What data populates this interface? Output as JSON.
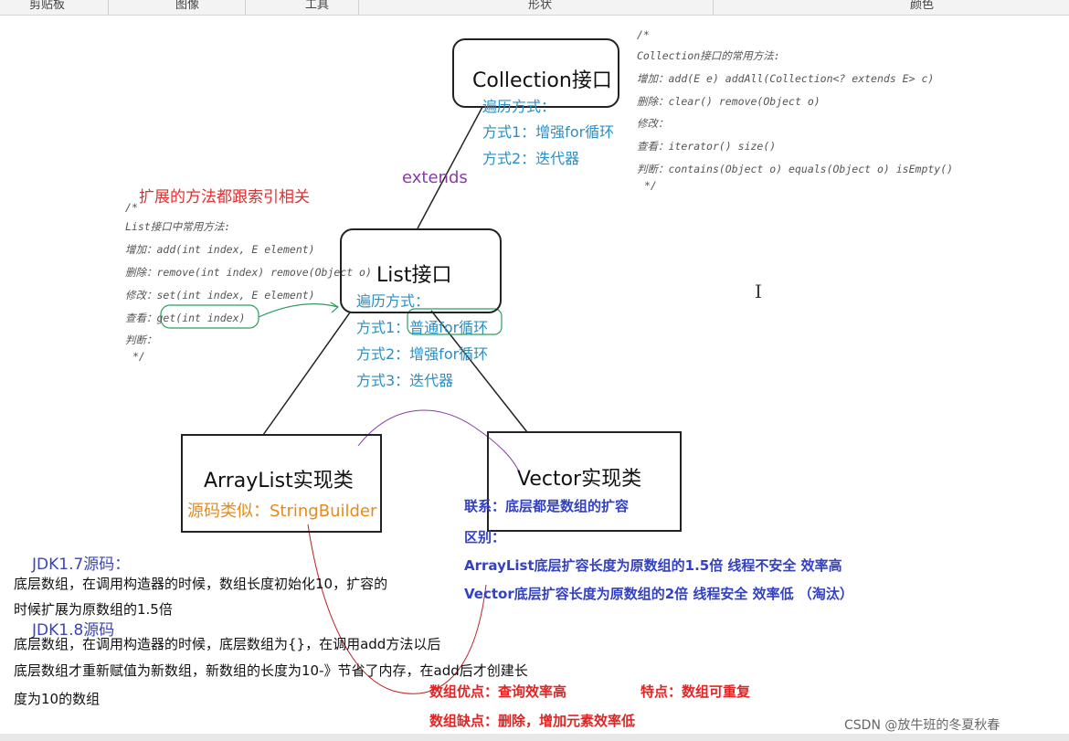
{
  "ribbon": {
    "sections": [
      "剪贴板",
      "图像",
      "工具",
      "形状",
      "颜色"
    ]
  },
  "collection": {
    "title": "Collection接口",
    "traverse": "遍历方式：",
    "way1": "方式1：增强for循环",
    "way2": "方式2：迭代器"
  },
  "collection_comment": {
    "open": "/*",
    "heading": "Collection接口的常用方法:",
    "add": "增加：add(E e) addAll(Collection<? extends E> c)",
    "del": "删除：clear() remove(Object o)",
    "mod": "修改：",
    "query": "查看：iterator() size()",
    "judge": "判断：contains(Object o)  equals(Object o) isEmpty()",
    "close": "*/"
  },
  "extends_label": "extends",
  "ext_note": "扩展的方法都跟索引相关",
  "list_comment": {
    "open": "/*",
    "heading": "List接口中常用方法:",
    "add": "增加：add(int index, E element)",
    "del": "删除：remove(int index)  remove(Object o)",
    "mod": "修改：set(int index, E element)",
    "query": "查看：get(int index)",
    "judge": "判断：",
    "close": "*/"
  },
  "list": {
    "title": "List接口",
    "traverse": "遍历方式：",
    "way1": "方式1：普通for循环",
    "way2": "方式2：增强for循环",
    "way3": "方式3：迭代器"
  },
  "arraylist": {
    "title": "ArrayList实现类",
    "source": "源码类似：StringBuilder"
  },
  "vector": {
    "title": "Vector实现类"
  },
  "relation": {
    "link": "联系：底层都是数组的扩容",
    "diff": "区别：",
    "arraylist": "ArrayList底层扩容长度为原数组的1.5倍    线程不安全  效率高",
    "vector": "Vector底层扩容长度为原数组的2倍    线程安全   效率低 （淘汰）"
  },
  "jdk17": {
    "title": "JDK1.7源码：",
    "line1": "底层数组，在调用构造器的时候，数组长度初始化10，扩容的",
    "line2": "时候扩展为原数组的1.5倍"
  },
  "jdk18": {
    "title": "JDK1.8源码",
    "line1": "底层数组，在调用构造器的时候，底层数组为{}，在调用add方法以后",
    "line2": "底层数组才重新赋值为新数组，新数组的长度为10-》节省了内存，在add后才创建长",
    "line3": "度为10的数组"
  },
  "array_pros": "数组优点：查询效率高",
  "array_feature": "特点：数组可重复",
  "array_cons": "数组缺点：删除，增加元素效率低",
  "watermark": "CSDN @放牛班的冬夏秋春",
  "colors": {
    "blue": "#2a8fc4",
    "purple": "#8a3aa8",
    "red": "#e03030",
    "orange": "#e88a1a",
    "navy": "#3341c2",
    "green": "#2e9e5b"
  }
}
